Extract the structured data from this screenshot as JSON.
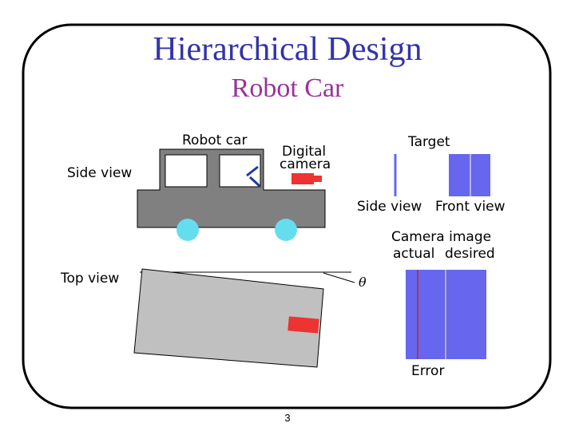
{
  "slide": {
    "title": "Hierarchical Design",
    "subtitle": "Robot Car",
    "page_number": "3"
  },
  "diagram": {
    "robot_car_label": "Robot car",
    "side_view_label": "Side view",
    "digital_camera_label_line1": "Digital",
    "digital_camera_label_line2": "camera",
    "target_label": "Target",
    "target_side_view_label": "Side view",
    "target_front_view_label": "Front view",
    "camera_image_label": "Camera image",
    "actual_label": "actual",
    "desired_label": "desired",
    "top_view_label": "Top view",
    "angle_label": "θ",
    "error_label": "Error"
  },
  "colors": {
    "title": "#3333aa",
    "subtitle": "#993399",
    "car_body": "#808080",
    "wheels": "#66ddee",
    "camera": "#ee3333",
    "target": "#6666ee",
    "actual_line": "#cc2222",
    "desired_line": "#cccc99",
    "top_view_body": "#c0c0c0"
  }
}
